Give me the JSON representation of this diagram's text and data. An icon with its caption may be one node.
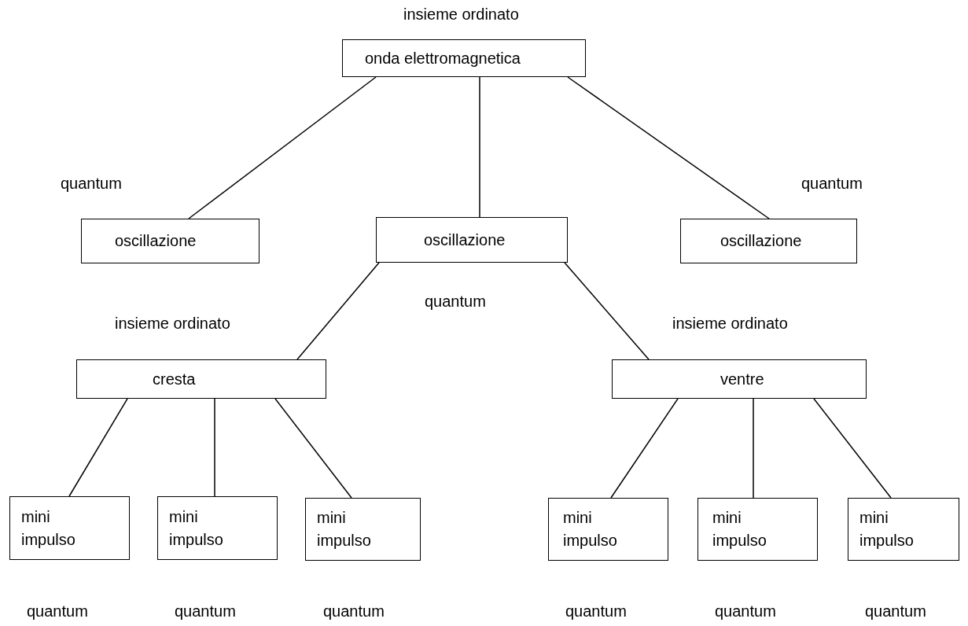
{
  "diagram": {
    "nodes": [
      {
        "text": [
          "onda elettromagnetica"
        ],
        "beside": [
          "insieme ordinato"
        ]
      },
      {
        "text": [
          "oscillazione"
        ],
        "beside": [
          "quantum"
        ]
      },
      {
        "text": [
          "oscillazione"
        ],
        "beside": [
          "quantum"
        ]
      },
      {
        "text": [
          "oscillazione"
        ],
        "beside": [
          "quantum"
        ]
      },
      {
        "text": [
          "cresta"
        ],
        "beside": [
          "insieme ordinato"
        ]
      },
      {
        "text": [
          "ventre"
        ],
        "beside": [
          "insieme ordinato"
        ]
      },
      {
        "text": [
          "mini impulso"
        ],
        "beside": [
          "quantum"
        ]
      },
      {
        "text": [
          "mini impulso"
        ],
        "beside": [
          "quantum"
        ]
      },
      {
        "text": [
          "mini impulso"
        ],
        "beside": [
          "quantum"
        ]
      },
      {
        "text": [
          "mini impulso"
        ],
        "beside": [
          "quantum"
        ]
      },
      {
        "text": [
          "mini impulso"
        ],
        "beside": [
          "quantum"
        ]
      },
      {
        "text": [
          "mini impulso"
        ],
        "beside": [
          "quantum"
        ]
      }
    ],
    "edges": [
      {
        "from": 0,
        "to": 1,
        "arrow": "none"
      },
      {
        "from": 0,
        "to": 2,
        "arrow": "none"
      },
      {
        "from": 0,
        "to": 3,
        "arrow": "none"
      },
      {
        "from": 2,
        "to": 4,
        "arrow": "none"
      },
      {
        "from": 2,
        "to": 5,
        "arrow": "none"
      },
      {
        "from": 4,
        "to": 6,
        "arrow": "none"
      },
      {
        "from": 4,
        "to": 7,
        "arrow": "none"
      },
      {
        "from": 4,
        "to": 8,
        "arrow": "none"
      },
      {
        "from": 5,
        "to": 9,
        "arrow": "none"
      },
      {
        "from": 5,
        "to": 10,
        "arrow": "none"
      },
      {
        "from": 5,
        "to": 11,
        "arrow": "none"
      }
    ]
  }
}
